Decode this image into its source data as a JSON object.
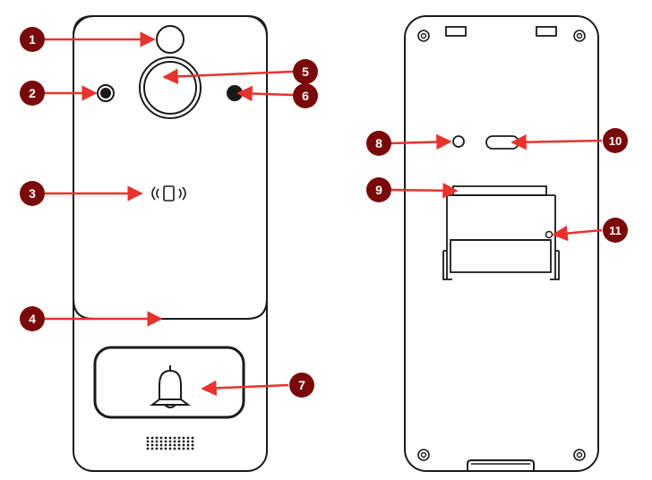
{
  "colors": {
    "outline": "#1a1a1a",
    "callout_fill": "#7a0a0a",
    "arrow": "#e8322e",
    "background": "#ffffff"
  },
  "callouts": [
    {
      "id": "1",
      "label": "1"
    },
    {
      "id": "2",
      "label": "2"
    },
    {
      "id": "3",
      "label": "3"
    },
    {
      "id": "4",
      "label": "4"
    },
    {
      "id": "5",
      "label": "5"
    },
    {
      "id": "6",
      "label": "6"
    },
    {
      "id": "7",
      "label": "7"
    },
    {
      "id": "8",
      "label": "8"
    },
    {
      "id": "9",
      "label": "9"
    },
    {
      "id": "10",
      "label": "10"
    },
    {
      "id": "11",
      "label": "11"
    }
  ],
  "icons": {
    "nfc": "nfc-icon",
    "bell": "bell-icon"
  }
}
